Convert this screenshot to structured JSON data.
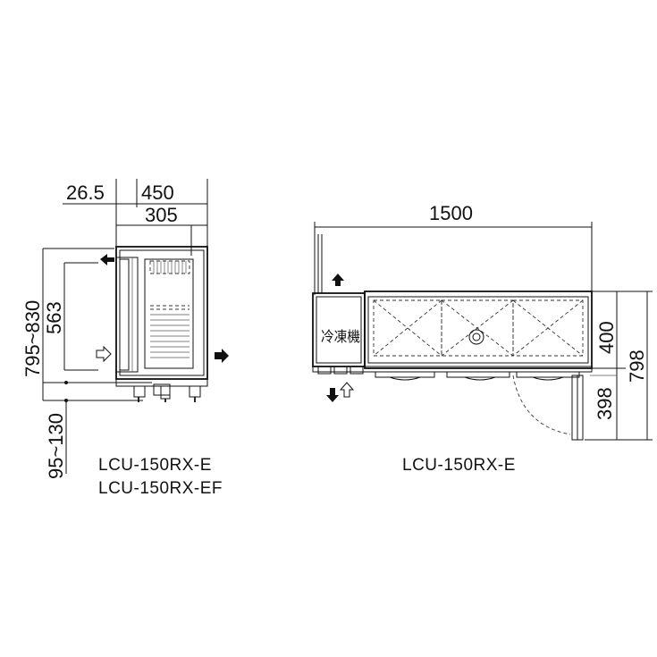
{
  "side_view": {
    "dim_top_left": "26.5",
    "dim_top_total": "450",
    "dim_inner": "305",
    "dim_height_total": "795~830",
    "dim_height_inner": "563",
    "dim_legs": "95~130",
    "model_1": "LCU-150RX-E",
    "model_2": "LCU-150RX-EF"
  },
  "top_view": {
    "dim_width": "1500",
    "dim_depth_body": "400",
    "dim_depth_total": "798",
    "dim_door": "398",
    "compressor_label": "冷凍機",
    "model": "LCU-150RX-E"
  }
}
